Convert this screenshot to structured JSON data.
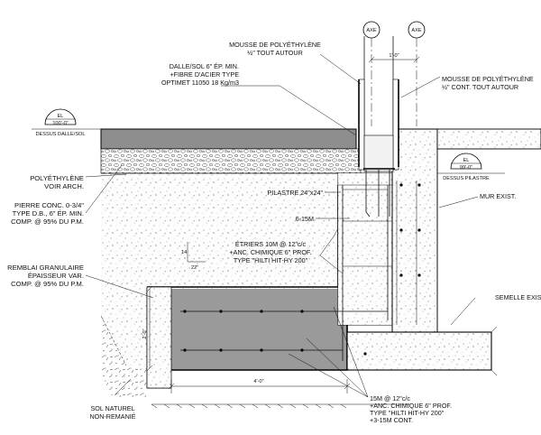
{
  "axis_markers": [
    "AXE",
    "AXE"
  ],
  "dimensions": {
    "top_offset": "1'-0\"",
    "bottom_width": "4'-0\"",
    "footing_depth": "2'-0\"",
    "slope_h": "14",
    "slope_v": "22\""
  },
  "elevations": [
    {
      "top": "EL",
      "value": "100'-0\"",
      "caption": "DESSUS DALLE/SOL"
    },
    {
      "top": "EL",
      "value": "99'-0\"",
      "caption": "DESSUS PILASTRE"
    }
  ],
  "labels": {
    "mousse_top": [
      "MOUSSE DE POLYÉTHYLÈNE",
      "½\" TOUT AUTOUR"
    ],
    "dalle": [
      "DALLE/SOL 6\" ÉP. MIN.",
      "+FIBRE D'ACIER TYPE",
      "OPTIMET 11050 18 Kg/m3"
    ],
    "mousse_right": [
      "MOUSSE DE POLYÉTHYLÈNE",
      "½\" CONT. TOUT AUTOUR"
    ],
    "polyethylene": [
      "POLYÉTHYLÈNE",
      "VOIR ARCH."
    ],
    "pierre": [
      "PIERRE CONC. 0-3/4\"",
      "TYPE D.B., 6\" ÉP. MIN.",
      "COMP. @ 95% DU P.M."
    ],
    "pilastre": "PILASTRE 24\"x24\"",
    "rebar_615": "6-15M",
    "mur": "MUR EXIST.",
    "etriers": [
      "ÉTRIERS 10M @ 12\"c/c",
      "+ANC. CHIMIQUE 6\" PROF.",
      "TYPE \"HILTI HIT-HY 200\""
    ],
    "remblai": [
      "REMBLAI GRANULAIRE",
      "ÉPAISSEUR VAR.",
      "COMP. @ 95% DU P.M."
    ],
    "semelle": "SEMELLE EXIS",
    "sol_naturel": [
      "SOL NATUREL",
      "NON-REMANIÉ"
    ],
    "rebar_bottom": [
      "15M @ 12\"c/c",
      "+ANC. CHIMIQUE 6\" PROF.",
      "TYPE \"HILTI HIT-HY 200\"",
      "+3-15M CONT."
    ]
  }
}
